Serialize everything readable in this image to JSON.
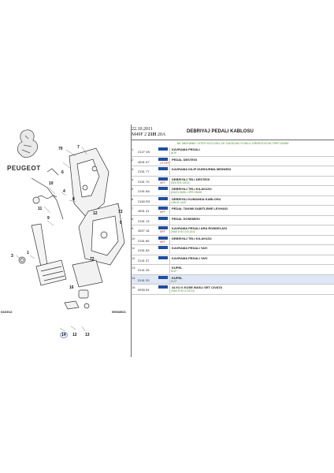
{
  "diagram": {
    "brand": "PEUGEOT",
    "code_left": "03/2012",
    "code_right": "09033521",
    "callouts": [
      "70",
      "7",
      "6",
      "10",
      "4",
      "8",
      "11",
      "9",
      "72",
      "5",
      "3",
      "1",
      "12",
      "72",
      "16",
      "14",
      "12",
      "13"
    ]
  },
  "header": {
    "date": "22.10.2011",
    "model_prefix": "M49F 2",
    "model_bold": "21H",
    "model_suffix": "20A",
    "title": "DEBRIYAJ PEDALI KABLOSU"
  },
  "note": "AK MEKANIK VITES KUTUSU VE SAGDAN YONLU DIREKSIYON OPR 09459",
  "rows": [
    {
      "idx": "1",
      "ref": "2127 V8",
      "tag": true,
      "tagsub": "",
      "desc": "KAVRAMA PEDALI",
      "sub": "ADK"
    },
    {
      "idx": "2",
      "ref": "4531 K7",
      "tag": true,
      "tagsub": "LS NFF",
      "desc": "PEDAL DESTEGI",
      "sub": ""
    },
    {
      "idx": "3",
      "ref": "2151 77",
      "tag": true,
      "tagsub": "",
      "desc": "KAVRAMA KILIP DURDURMA MESNEDI",
      "sub": ""
    },
    {
      "idx": "4",
      "ref": "2151 70",
      "tag": true,
      "tagsub": "NFF",
      "desc": "DEBRIYAJ TELI DESTEGI",
      "sub": "DESTEK DEGI"
    },
    {
      "idx": "5",
      "ref": "2151 A8",
      "tag": true,
      "tagsub": "",
      "desc": "DEBRIYAJ TELI KILAVUZU",
      "sub": "(SAG) 0ASIL OPR 09459"
    },
    {
      "idx": "6",
      "ref": "2150 R3",
      "tag": true,
      "tagsub": "",
      "desc": "DEBRIYAJ KUMANDA KABLOSU",
      "sub": "L9N Ø 1429"
    },
    {
      "idx": "7",
      "ref": "4531 41",
      "tag": true,
      "tagsub": "NFF",
      "desc": "PEDAL TAKIMI SABITLEME LEVHASI",
      "sub": ""
    },
    {
      "idx": "8",
      "ref": "2151 13",
      "tag": true,
      "tagsub": "",
      "desc": "PEDAL DOSEMESI",
      "sub": ""
    },
    {
      "idx": "9",
      "ref": "4527 18",
      "tag": true,
      "tagsub": "NFF",
      "desc": "KAVRAMA PEDALI ARA RONDELASI",
      "sub": "20A0 8 Ø 10.5-16,6"
    },
    {
      "idx": "10",
      "ref": "2151 89",
      "tag": true,
      "tagsub": "NFF",
      "desc": "DEBRIYAJ TELI KILAVUZU",
      "sub": ""
    },
    {
      "idx": "11",
      "ref": "2151 83",
      "tag": true,
      "tagsub": "",
      "desc": "KAVRAMA PEDALI YAYI",
      "sub": ""
    },
    {
      "idx": "12",
      "ref": "2141 37",
      "tag": true,
      "tagsub": "",
      "desc": "KAVRAMA PEDALI YAYI",
      "sub": ""
    },
    {
      "idx": "13",
      "ref": "2141 25",
      "tag": false,
      "tagsub": "",
      "desc": "KUPEL",
      "sub": "KLIP"
    },
    {
      "idx": "14",
      "ref": "2141 20",
      "tag": true,
      "tagsub": "",
      "desc": "KUPEL",
      "sub": "KLIP"
    },
    {
      "idx": "15",
      "ref": "0933 54",
      "tag": true,
      "tagsub": "",
      "desc": "ALYLI 6 KOSE BASLI SET CIVATA",
      "sub": "20A0 8 Ø 12,25-16"
    }
  ],
  "selected_row": 13
}
